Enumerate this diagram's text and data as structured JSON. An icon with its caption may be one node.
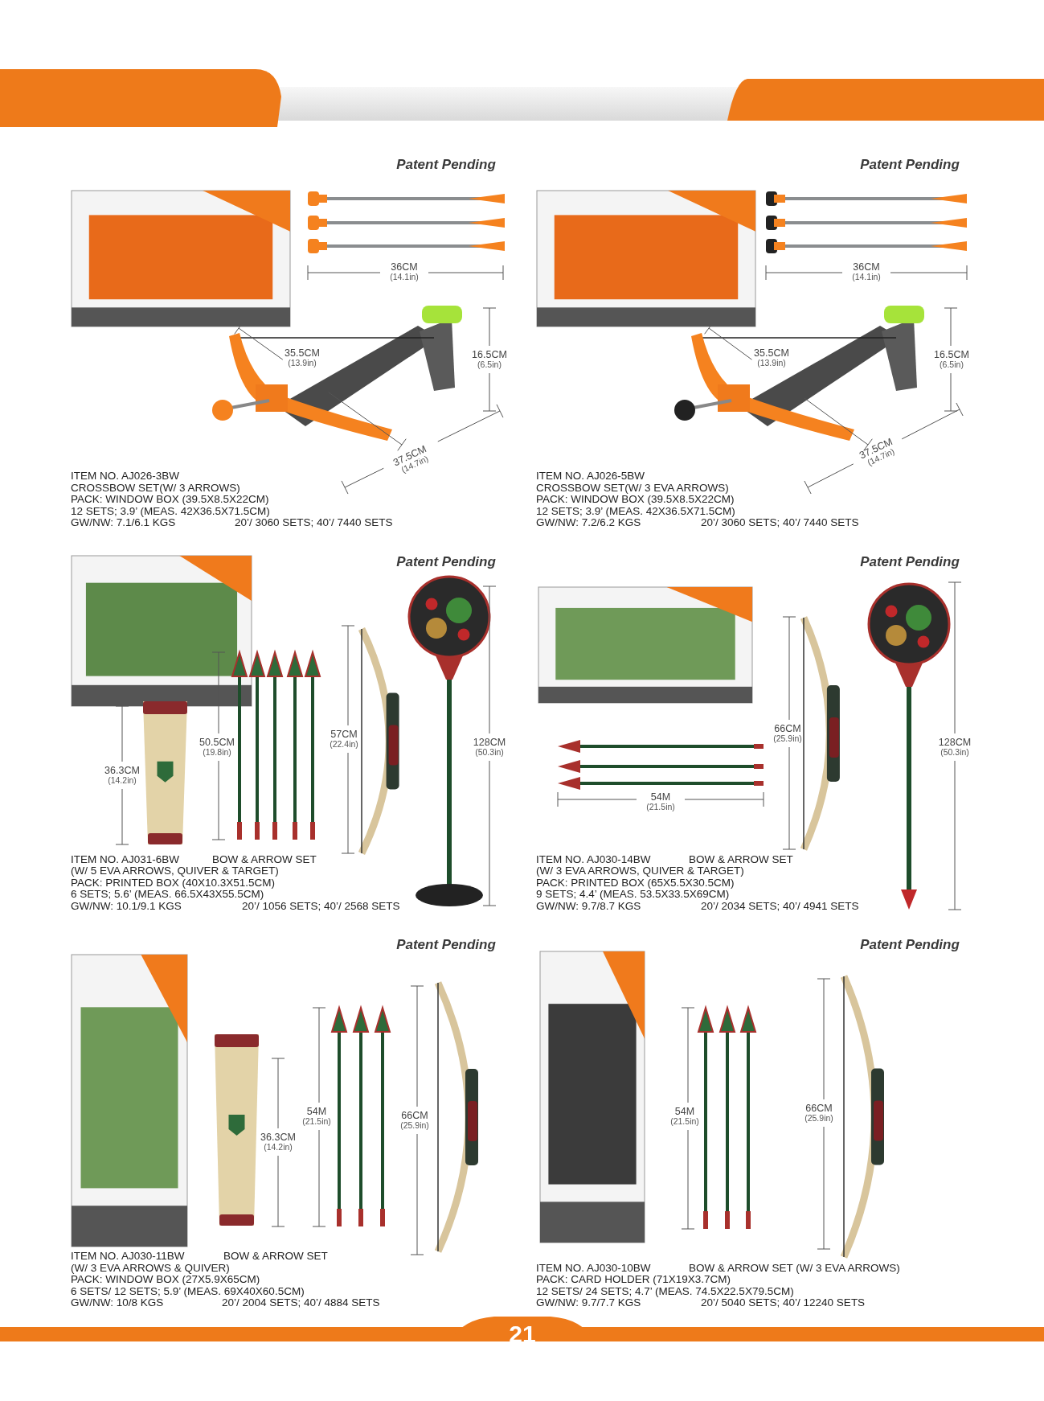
{
  "diagram": {
    "labels": [
      "Patent Pending",
      "36CM",
      "(14.1in)",
      "35.5CM",
      "(13.9in)",
      "16.5CM",
      "(6.5in)",
      "37.5CM",
      "(14.7in)",
      "ITEM NO. AJ026-3BW",
      "CROSSBOW SET(W/ 3 ARROWS)",
      "PACK: WINDOW BOX (39.5X8.5X22CM)",
      "12 SETS; 3.9’ (MEAS. 42X36.5X71.5CM)",
      "GW/NW: 7.1/6.1 KGS",
      "20’/ 3060 SETS; 40’/ 7440 SETS",
      "Patent Pending",
      "36CM",
      "(14.1in)",
      "35.5CM",
      "(13.9in)",
      "16.5CM",
      "(6.5in)",
      "37.5CM",
      "(14.7in)",
      "ITEM NO. AJ026-5BW",
      "CROSSBOW SET(W/ 3 EVA ARROWS)",
      "PACK: WINDOW BOX (39.5X8.5X22CM)",
      "12 SETS; 3.9’ (MEAS. 42X36.5X71.5CM)",
      "GW/NW: 7.2/6.2 KGS",
      "20’/ 3060 SETS; 40’/ 7440 SETS",
      "Patent Pending",
      "50.5CM",
      "(19.8in)",
      "57CM",
      "(22.4in)",
      "128CM",
      "(50.3in)",
      "36.3CM",
      "(14.2in)",
      "ITEM NO. AJ031-6BW",
      "BOW & ARROW SET",
      "(W/ 5 EVA ARROWS, QUIVER & TARGET)",
      "PACK: PRINTED BOX (40X10.3X51.5CM)",
      "6 SETS; 5.6’ (MEAS. 66.5X43X55.5CM)",
      "GW/NW: 10.1/9.1 KGS",
      "20’/ 1056 SETS; 40’/ 2568 SETS",
      "Patent Pending",
      "66CM",
      "(25.9in)",
      "128CM",
      "(50.3in)",
      "54M",
      "(21.5in)",
      "ITEM NO. AJ030-14BW",
      "BOW & ARROW SET",
      "(W/ 3 EVA ARROWS, QUIVER & TARGET)",
      "PACK: PRINTED BOX (65X5.5X30.5CM)",
      "9 SETS; 4.4’ (MEAS. 53.5X33.5X69CM)",
      "GW/NW: 9.7/8.7 KGS",
      "20’/ 2034 SETS; 40’/ 4941 SETS",
      "Patent Pending",
      "54M",
      "(21.5in)",
      "66CM",
      "(25.9in)",
      "36.3CM",
      "(14.2in)",
      "ITEM NO. AJ030-11BW",
      "BOW & ARROW SET",
      "(W/ 3 EVA ARROWS & QUIVER)",
      "PACK: WINDOW BOX (27X5.9X65CM)",
      "6 SETS/ 12 SETS; 5.9’ (MEAS. 69X40X60.5CM)",
      "GW/NW: 10/8 KGS",
      "20’/ 2004 SETS; 40’/ 4884 SETS",
      "Patent Pending",
      "54M",
      "(21.5in)",
      "66CM",
      "(25.9in)",
      "ITEM NO. AJ030-10BW",
      "BOW & ARROW SET (W/ 3 EVA ARROWS)",
      "PACK: CARD HOLDER (71X19X3.7CM)",
      "12 SETS/ 24 SETS; 4.7’ (MEAS. 74.5X22.5X79.5CM)",
      "GW/NW: 9.7/7.7 KGS",
      "20’/ 5040 SETS; 40’/ 12240 SETS",
      "21"
    ]
  }
}
